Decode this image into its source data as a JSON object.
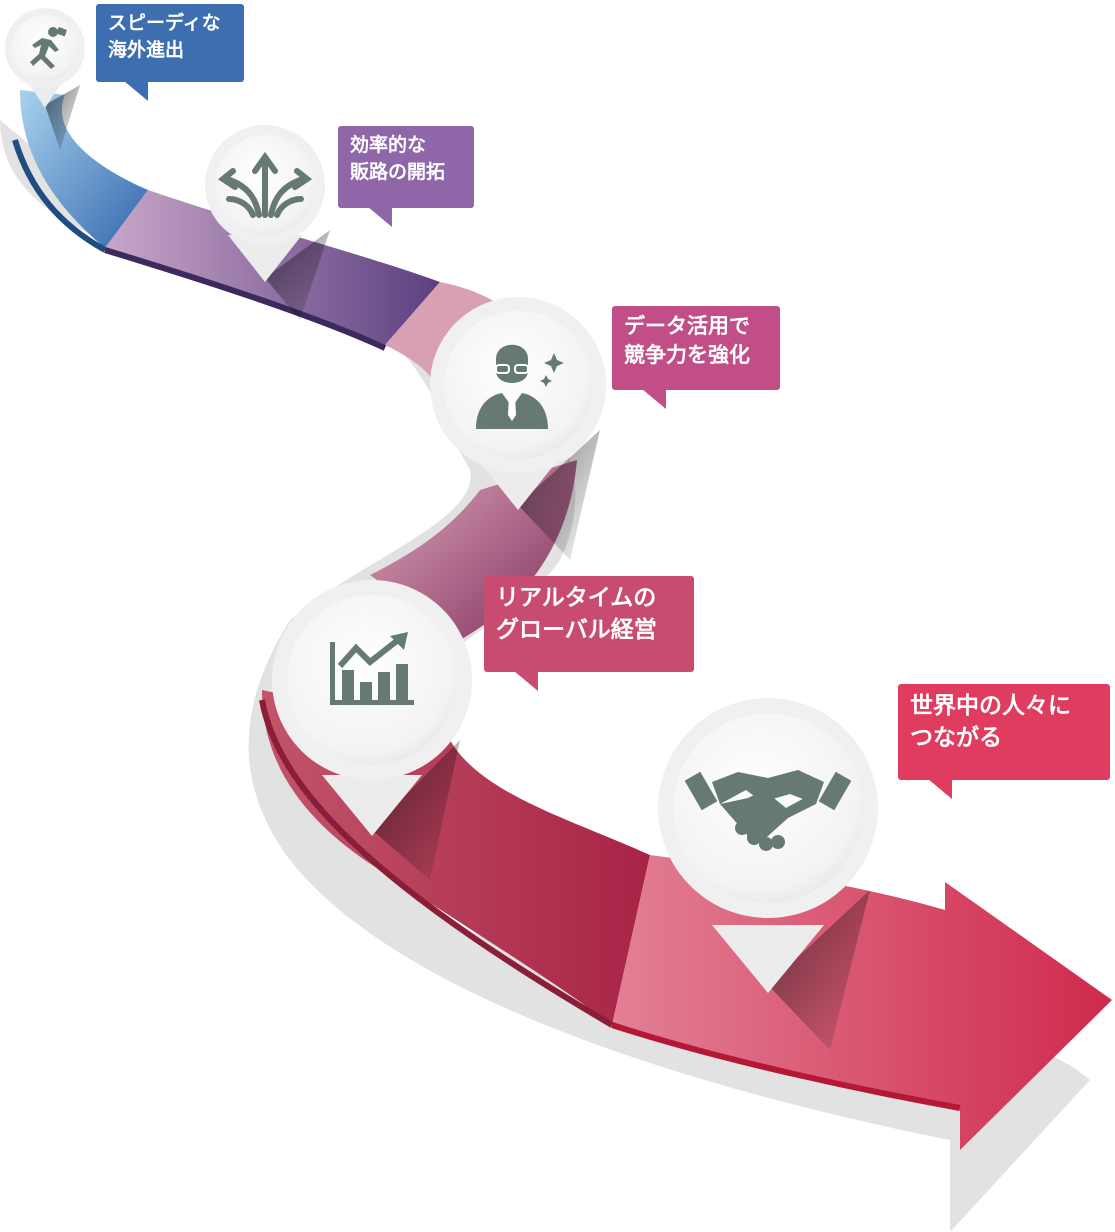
{
  "colors": {
    "stage1": "#3d6fb0",
    "stage2": "#8f66a8",
    "stage3": "#c24e88",
    "stage4": "#c84c70",
    "stage5": "#e03c60",
    "icon": "#667a72"
  },
  "steps": [
    {
      "icon": "runner-icon",
      "lines": [
        "スピーディな",
        "海外進出"
      ]
    },
    {
      "icon": "branching-arrows-icon",
      "lines": [
        "効率的な",
        "販路の開拓"
      ]
    },
    {
      "icon": "analyst-person-icon",
      "lines": [
        "データ活用で",
        "競争力を強化"
      ]
    },
    {
      "icon": "growth-chart-icon",
      "lines": [
        "リアルタイムの",
        "グローバル経営"
      ]
    },
    {
      "icon": "handshake-icon",
      "lines": [
        "世界中の人々に",
        "つながる"
      ]
    }
  ]
}
